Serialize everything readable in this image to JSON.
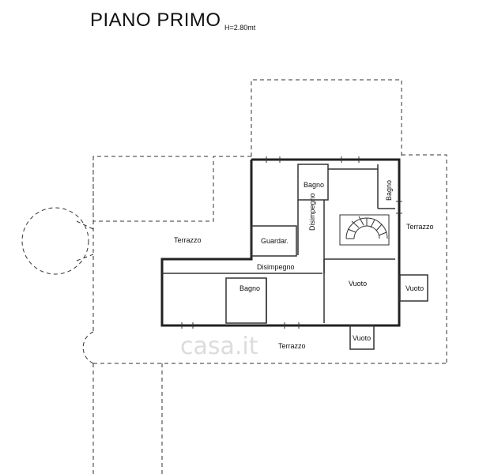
{
  "plan": {
    "title": "PIANO PRIMO",
    "height_note": "H=2.80mt",
    "rooms": {
      "bagno_top": "Bagno",
      "bagno_right": "Bagno",
      "disimpegno_vertical": "Disimpegno",
      "guardaroba": "Guardar.",
      "disimpegno_horizontal": "Disimpegno",
      "bagno_bottom": "Bagno",
      "vuoto_main": "Vuoto",
      "vuoto_right": "Vuoto",
      "vuoto_bottom": "Vuoto",
      "terrazzo_left": "Terrazzo",
      "terrazzo_right": "Terrazzo",
      "terrazzo_bottom": "Terrazzo"
    },
    "watermark": "casa.it"
  }
}
